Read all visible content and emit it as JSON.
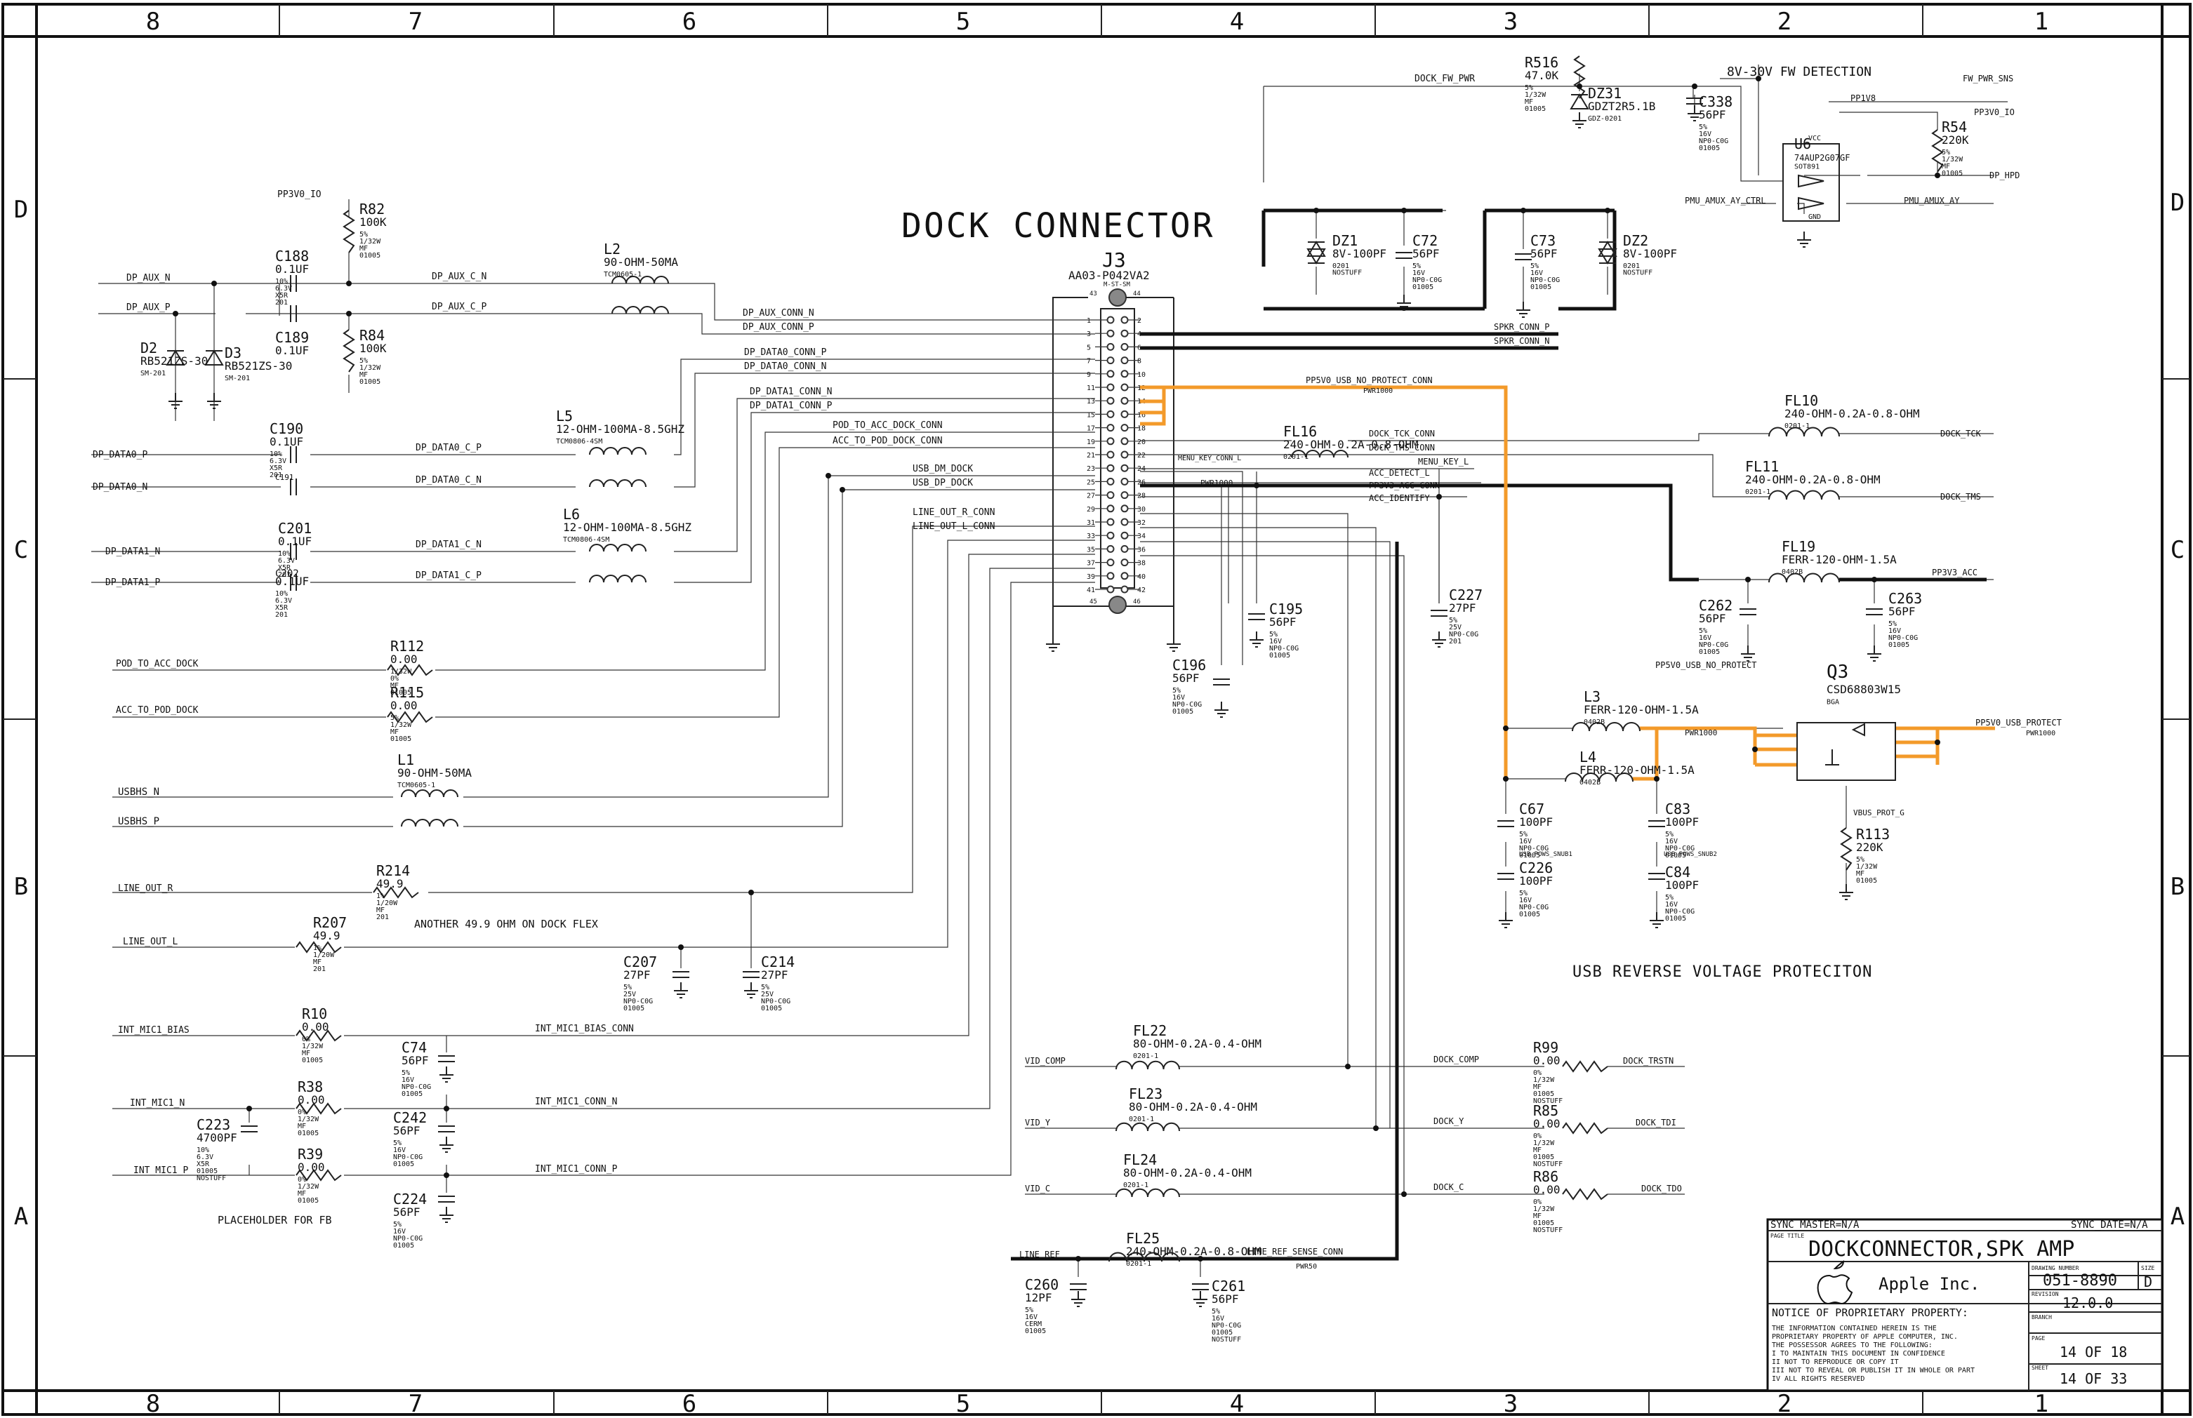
{
  "frame": {
    "columns": [
      "8",
      "7",
      "6",
      "5",
      "4",
      "3",
      "2",
      "1"
    ],
    "rows": [
      "D",
      "C",
      "B",
      "A"
    ]
  },
  "title": "DOCK CONNECTOR",
  "connector": {
    "ref": "J3",
    "part": "AA03-P042VA2",
    "sub": "M-ST-SM",
    "pins_left": [
      "1",
      "3",
      "5",
      "7",
      "9",
      "11",
      "13",
      "15",
      "17",
      "19",
      "21",
      "23",
      "25",
      "27",
      "29",
      "31",
      "33",
      "35",
      "37",
      "39",
      "41"
    ],
    "pins_right": [
      "2",
      "4",
      "6",
      "8",
      "10",
      "12",
      "14",
      "16",
      "18",
      "20",
      "22",
      "24",
      "26",
      "28",
      "30",
      "32",
      "34",
      "36",
      "38",
      "40",
      "42"
    ],
    "mount_top": [
      "43",
      "44"
    ],
    "mount_bottom": [
      "45",
      "46"
    ]
  },
  "nets": {
    "pp3v0_io_left": "PP3V0_IO",
    "dp_aux_n": "DP_AUX_N",
    "dp_aux_p": "DP_AUX_P",
    "dp_aux_c_n": "DP_AUX_C_N",
    "dp_aux_c_p": "DP_AUX_C_P",
    "dp_aux_conn_n": "DP_AUX_CONN_N",
    "dp_aux_conn_p": "DP_AUX_CONN_P",
    "dp_data0_conn_p": "DP_DATA0_CONN_P",
    "dp_data0_conn_n": "DP_DATA0_CONN_N",
    "dp_data1_conn_n": "DP_DATA1_CONN_N",
    "dp_data1_conn_p": "DP_DATA1_CONN_P",
    "pod_to_acc_dock_conn": "POD_TO_ACC_DOCK_CONN",
    "acc_to_pod_dock_conn": "ACC_TO_POD_DOCK_CONN",
    "usb_dm_dock": "USB_DM_DOCK",
    "usb_dp_dock": "USB_DP_DOCK",
    "line_out_r_conn": "LINE_OUT_R_CONN",
    "line_out_l_conn": "LINE_OUT_L_CONN",
    "dp_data0_p": "DP_DATA0_P",
    "dp_data0_n": "DP_DATA0_N",
    "dp_data0_c_p": "DP_DATA0_C_P",
    "dp_data0_c_n": "DP_DATA0_C_N",
    "dp_data1_n": "DP_DATA1_N",
    "dp_data1_p": "DP_DATA1_P",
    "dp_data1_c_n": "DP_DATA1_C_N",
    "dp_data1_c_p": "DP_DATA1_C_P",
    "pod_to_acc_dock": "POD_TO_ACC_DOCK",
    "acc_to_pod_dock": "ACC_TO_POD_DOCK",
    "usbhs_n": "USBHS_N",
    "usbhs_p": "USBHS_P",
    "line_out_r": "LINE_OUT_R",
    "line_out_l": "LINE_OUT_L",
    "int_mic1_bias": "INT_MIC1_BIAS",
    "int_mic1_n": "INT_MIC1_N",
    "int_mic1_p": "INT_MIC1_P",
    "int_mic1_bias_conn": "INT_MIC1_BIAS_CONN",
    "int_mic1_conn_n": "INT_MIC1_CONN_N",
    "int_mic1_conn_p": "INT_MIC1_CONN_P",
    "another_49": "ANOTHER 49.9 OHM ON DOCK FLEX",
    "placeholder_fb": "PLACEHOLDER FOR FB",
    "dock_fw_pwr": "DOCK_FW_PWR",
    "fw_detection": "8V-30V FW DETECTION",
    "fw_pwr_sns": "FW_PWR_SNS",
    "pp1v8": "PP1V8",
    "pp3v0_io_right": "PP3V0_IO",
    "dp_hpd": "DP_HPD",
    "pmu_amux_ay_ctrl": "PMU_AMUX_AY_CTRL",
    "pmu_amux_ay": "PMU_AMUX_AY",
    "spkr_conn_p": "SPKR_CONN_P",
    "spkr_conn_n": "SPKR_CONN_N",
    "pp5v0_usb_no_protect_conn": "PP5V0_USB_NO_PROTECT_CONN",
    "pwr1000": "PWR1000",
    "dock_tck_conn": "DOCK_TCK_CONN",
    "dock_tms_conn": "DOCK_TMS_CONN",
    "menu_key_l": "MENU_KEY_L",
    "acc_detect_l": "ACC_DETECT_L",
    "pp3v3_acc_conn": "PP3V3_ACC_CONN",
    "acc_identify": "ACC_IDENTIFY",
    "dock_tck": "DOCK_TCK",
    "dock_tms": "DOCK_TMS",
    "pp3v3_acc": "PP3V3_ACC",
    "pp5v0_usb_no_protect": "PP5V0_USB_NO_PROTECT",
    "pp5v0_usb_protect": "PP5V0_USB_PROTECT",
    "vbus_prot_g": "VBUS_PROT_G",
    "usb_reverse": "USB REVERSE VOLTAGE PROTECITON",
    "vid_comp": "VID_COMP",
    "vid_y": "VID_Y",
    "vid_c": "VID_C",
    "dock_comp": "DOCK_COMP",
    "dock_y": "DOCK_Y",
    "dock_c": "DOCK_C",
    "dock_trstn": "DOCK_TRSTN",
    "dock_tdi": "DOCK_TDI",
    "dock_tdo": "DOCK_TDO",
    "line_ref": "LINE_REF",
    "line_ref_sense_conn": "LINE_REF_SENSE_CONN",
    "pwr50": "PWR50",
    "menu_key_conn_l": "MENU_KEY_CONN_L",
    "usb_pows_snub1": "USB_POWS_SNUB1",
    "usb_pows_snub2": "USB_POWS_SNUB2"
  },
  "components": {
    "r82": {
      "ref": "R82",
      "val": "100K",
      "l1": "5%",
      "l2": "1/32W",
      "l3": "MF",
      "l4": "01005"
    },
    "r84": {
      "ref": "R84",
      "val": "100K",
      "l1": "5%",
      "l2": "1/32W",
      "l3": "MF",
      "l4": "01005"
    },
    "c188": {
      "ref": "C188",
      "val": "0.1UF",
      "l1": "10%",
      "l2": "6.3V",
      "l3": "X5R",
      "l4": "201"
    },
    "c189": {
      "ref": "C189",
      "val": "0.1UF"
    },
    "d2": {
      "ref": "D2",
      "part": "RB521ZS-30",
      "pkg": "SM-201"
    },
    "d3": {
      "ref": "D3",
      "part": "RB521ZS-30",
      "pkg": "SM-201"
    },
    "l2": {
      "ref": "L2",
      "val": "90-OHM-50MA",
      "pkg": "TCM0605-1"
    },
    "c190": {
      "ref": "C190",
      "val": "0.1UF",
      "l1": "10%",
      "l2": "6.3V",
      "l3": "X5R",
      "l4": "201"
    },
    "c191": {
      "ref": "C191"
    },
    "l5": {
      "ref": "L5",
      "val": "12-OHM-100MA-8.5GHZ",
      "pkg": "TCM0806-4SM"
    },
    "c201": {
      "ref": "C201",
      "val": "0.1UF",
      "l1": "10%",
      "l2": "6.3V",
      "l3": "X5R",
      "l4": "201"
    },
    "c202": {
      "ref": "C202",
      "val": "0.1UF",
      "l1": "10%",
      "l2": "6.3V",
      "l3": "X5R",
      "l4": "201"
    },
    "l6": {
      "ref": "L6",
      "val": "12-OHM-100MA-8.5GHZ",
      "pkg": "TCM0806-4SM"
    },
    "r112": {
      "ref": "R112",
      "val": "0.00",
      "l1": "1/32W",
      "l2": "0%",
      "l3": "MF",
      "l4": "01005"
    },
    "r115": {
      "ref": "R115",
      "val": "0.00",
      "l1": "5%",
      "l2": "1/32W",
      "l3": "MF",
      "l4": "01005"
    },
    "l1": {
      "ref": "L1",
      "val": "90-OHM-50MA",
      "pkg": "TCM0605-1"
    },
    "r214": {
      "ref": "R214",
      "val": "49.9",
      "l1": "1%",
      "l2": "1/20W",
      "l3": "MF",
      "l4": "201"
    },
    "r207": {
      "ref": "R207",
      "val": "49.9",
      "l1": "1%",
      "l2": "1/20W",
      "l3": "MF",
      "l4": "201"
    },
    "c207": {
      "ref": "C207",
      "val": "27PF",
      "l1": "5%",
      "l2": "25V",
      "l3": "NP0-C0G",
      "l4": "01005"
    },
    "c214": {
      "ref": "C214",
      "val": "27PF",
      "l1": "5%",
      "l2": "25V",
      "l3": "NP0-C0G",
      "l4": "01005"
    },
    "r10": {
      "ref": "R10",
      "val": "0.00",
      "l1": "0%",
      "l2": "1/32W",
      "l3": "MF",
      "l4": "01005"
    },
    "r38": {
      "ref": "R38",
      "val": "0.00",
      "l1": "0%",
      "l2": "1/32W",
      "l3": "MF",
      "l4": "01005"
    },
    "r39": {
      "ref": "R39",
      "val": "0.00",
      "l1": "0%",
      "l2": "1/32W",
      "l3": "MF",
      "l4": "01005"
    },
    "c74": {
      "ref": "C74",
      "val": "56PF",
      "l1": "5%",
      "l2": "16V",
      "l3": "NP0-C0G",
      "l4": "01005"
    },
    "c242": {
      "ref": "C242",
      "val": "56PF",
      "l1": "5%",
      "l2": "16V",
      "l3": "NP0-C0G",
      "l4": "01005"
    },
    "c224": {
      "ref": "C224",
      "val": "56PF",
      "l1": "5%",
      "l2": "16V",
      "l3": "NP0-C0G",
      "l4": "01005"
    },
    "c223": {
      "ref": "C223",
      "val": "4700PF",
      "l1": "10%",
      "l2": "6.3V",
      "l3": "X5R",
      "l4": "01005",
      "l5": "NOSTUFF"
    },
    "r516": {
      "ref": "R516",
      "val": "47.0K",
      "l1": "5%",
      "l2": "1/32W",
      "l3": "MF",
      "l4": "01005"
    },
    "dz31": {
      "ref": "DZ31",
      "part": "GDZT2R5.1B",
      "pkg": "GDZ-0201"
    },
    "c338": {
      "ref": "C338",
      "val": "56PF",
      "l1": "5%",
      "l2": "16V",
      "l3": "NP0-C0G",
      "l4": "01005"
    },
    "u6": {
      "ref": "U6",
      "part": "74AUP2G07GF",
      "pkg": "SOT891",
      "vcc": "VCC",
      "gnd": "GND"
    },
    "r54": {
      "ref": "R54",
      "val": "220K",
      "l1": "5%",
      "l2": "1/32W",
      "l3": "MF",
      "l4": "01005"
    },
    "dz1": {
      "ref": "DZ1",
      "pkg": "0201",
      "val": "8V-100PF",
      "l1": "NOSTUFF"
    },
    "c72": {
      "ref": "C72",
      "val": "56PF",
      "l1": "5%",
      "l2": "16V",
      "l3": "NP0-C0G",
      "l4": "01005"
    },
    "c73": {
      "ref": "C73",
      "val": "56PF",
      "l1": "5%",
      "l2": "16V",
      "l3": "NP0-C0G",
      "l4": "01005"
    },
    "dz2": {
      "ref": "DZ2",
      "pkg": "0201",
      "val": "8V-100PF",
      "l1": "NOSTUFF"
    },
    "fl16": {
      "ref": "FL16",
      "val": "240-OHM-0.2A-0.8-OHM",
      "pkg": "0201-1"
    },
    "fl10": {
      "ref": "FL10",
      "val": "240-OHM-0.2A-0.8-OHM",
      "pkg": "0201-1"
    },
    "fl11": {
      "ref": "FL11",
      "val": "240-OHM-0.2A-0.8-OHM",
      "pkg": "0201-1"
    },
    "fl19": {
      "ref": "FL19",
      "val": "FERR-120-OHM-1.5A",
      "pkg": "0402B"
    },
    "c262": {
      "ref": "C262",
      "val": "56PF",
      "l1": "5%",
      "l2": "16V",
      "l3": "NP0-C0G",
      "l4": "01005"
    },
    "c263": {
      "ref": "C263",
      "val": "56PF",
      "l1": "5%",
      "l2": "16V",
      "l3": "NP0-C0G",
      "l4": "01005"
    },
    "c195": {
      "ref": "C195",
      "val": "56PF",
      "l1": "5%",
      "l2": "16V",
      "l3": "NP0-C0G",
      "l4": "01005"
    },
    "c196": {
      "ref": "C196",
      "val": "56PF",
      "l1": "5%",
      "l2": "16V",
      "l3": "NP0-C0G",
      "l4": "01005"
    },
    "c227": {
      "ref": "C227",
      "val": "27PF",
      "l1": "5%",
      "l2": "25V",
      "l3": "NP0-C0G",
      "l4": "201"
    },
    "q3": {
      "ref": "Q3",
      "part": "CSD68803W15",
      "pkg": "BGA"
    },
    "l3": {
      "ref": "L3",
      "val": "FERR-120-OHM-1.5A",
      "pkg": "0402B"
    },
    "l4": {
      "ref": "L4",
      "val": "FERR-120-OHM-1.5A",
      "pkg": "0402B"
    },
    "c67": {
      "ref": "C67",
      "val": "100PF",
      "l1": "5%",
      "l2": "16V",
      "l3": "NP0-C0G",
      "l4": "01005"
    },
    "c83": {
      "ref": "C83",
      "val": "100PF",
      "l1": "5%",
      "l2": "16V",
      "l3": "NP0-C0G",
      "l4": "01005"
    },
    "c226": {
      "ref": "C226",
      "val": "100PF",
      "l1": "5%",
      "l2": "16V",
      "l3": "NP0-C0G",
      "l4": "01005"
    },
    "c84": {
      "ref": "C84",
      "val": "100PF",
      "l1": "5%",
      "l2": "16V",
      "l3": "NP0-C0G",
      "l4": "01005"
    },
    "r113": {
      "ref": "R113",
      "val": "220K",
      "l1": "5%",
      "l2": "1/32W",
      "l3": "MF",
      "l4": "01005"
    },
    "fl22": {
      "ref": "FL22",
      "val": "80-OHM-0.2A-0.4-OHM",
      "pkg": "0201-1"
    },
    "fl23": {
      "ref": "FL23",
      "val": "80-OHM-0.2A-0.4-OHM",
      "pkg": "0201-1"
    },
    "fl24": {
      "ref": "FL24",
      "val": "80-OHM-0.2A-0.4-OHM",
      "pkg": "0201-1"
    },
    "fl25": {
      "ref": "FL25",
      "val": "240-OHM-0.2A-0.8-OHM",
      "pkg": "0201-1"
    },
    "r99": {
      "ref": "R99",
      "val": "0.00",
      "l1": "0%",
      "l2": "1/32W",
      "l3": "MF",
      "l4": "01005",
      "l5": "NOSTUFF"
    },
    "r85": {
      "ref": "R85",
      "val": "0.00",
      "l1": "0%",
      "l2": "1/32W",
      "l3": "MF",
      "l4": "01005",
      "l5": "NOSTUFF"
    },
    "r86": {
      "ref": "R86",
      "val": "0.00",
      "l1": "0%",
      "l2": "1/32W",
      "l3": "MF",
      "l4": "01005",
      "l5": "NOSTUFF"
    },
    "c260": {
      "ref": "C260",
      "val": "12PF",
      "l1": "5%",
      "l2": "16V",
      "l3": "CERM",
      "l4": "01005"
    },
    "c261": {
      "ref": "C261",
      "val": "56PF",
      "l1": "5%",
      "l2": "16V",
      "l3": "NP0-C0G",
      "l4": "01005",
      "l5": "NOSTUFF"
    }
  },
  "titleblock": {
    "sync_master": "SYNC_MASTER=N/A",
    "sync_date": "SYNC_DATE=N/A",
    "page_title_lbl": "PAGE TITLE",
    "page_title": "DOCKCONNECTOR,SPK AMP",
    "company": "Apple Inc.",
    "drawing_number_lbl": "DRAWING NUMBER",
    "drawing_number": "051-8890",
    "size_lbl": "SIZE",
    "size": "D",
    "revision_lbl": "REVISION",
    "revision": "12.0.0",
    "branch_lbl": "BRANCH",
    "page_lbl": "PAGE",
    "page": "14 OF 18",
    "sheet_lbl": "SHEET",
    "sheet": "14 OF 33",
    "notice_title": "NOTICE OF PROPRIETARY PROPERTY:",
    "notice_1": "THE INFORMATION CONTAINED HEREIN IS THE",
    "notice_2": "PROPRIETARY PROPERTY OF APPLE COMPUTER, INC.",
    "notice_3": "THE POSSESSOR AGREES TO THE FOLLOWING:",
    "notice_4": "I TO MAINTAIN THIS DOCUMENT IN CONFIDENCE",
    "notice_5": "II NOT TO REPRODUCE OR COPY IT",
    "notice_6": "III NOT TO REVEAL OR PUBLISH IT IN WHOLE OR PART",
    "notice_7": "IV ALL RIGHTS RESERVED"
  },
  "colors": {
    "orange_net": "#f39a2a",
    "ink": "#111111",
    "paper": "#ffffff"
  }
}
